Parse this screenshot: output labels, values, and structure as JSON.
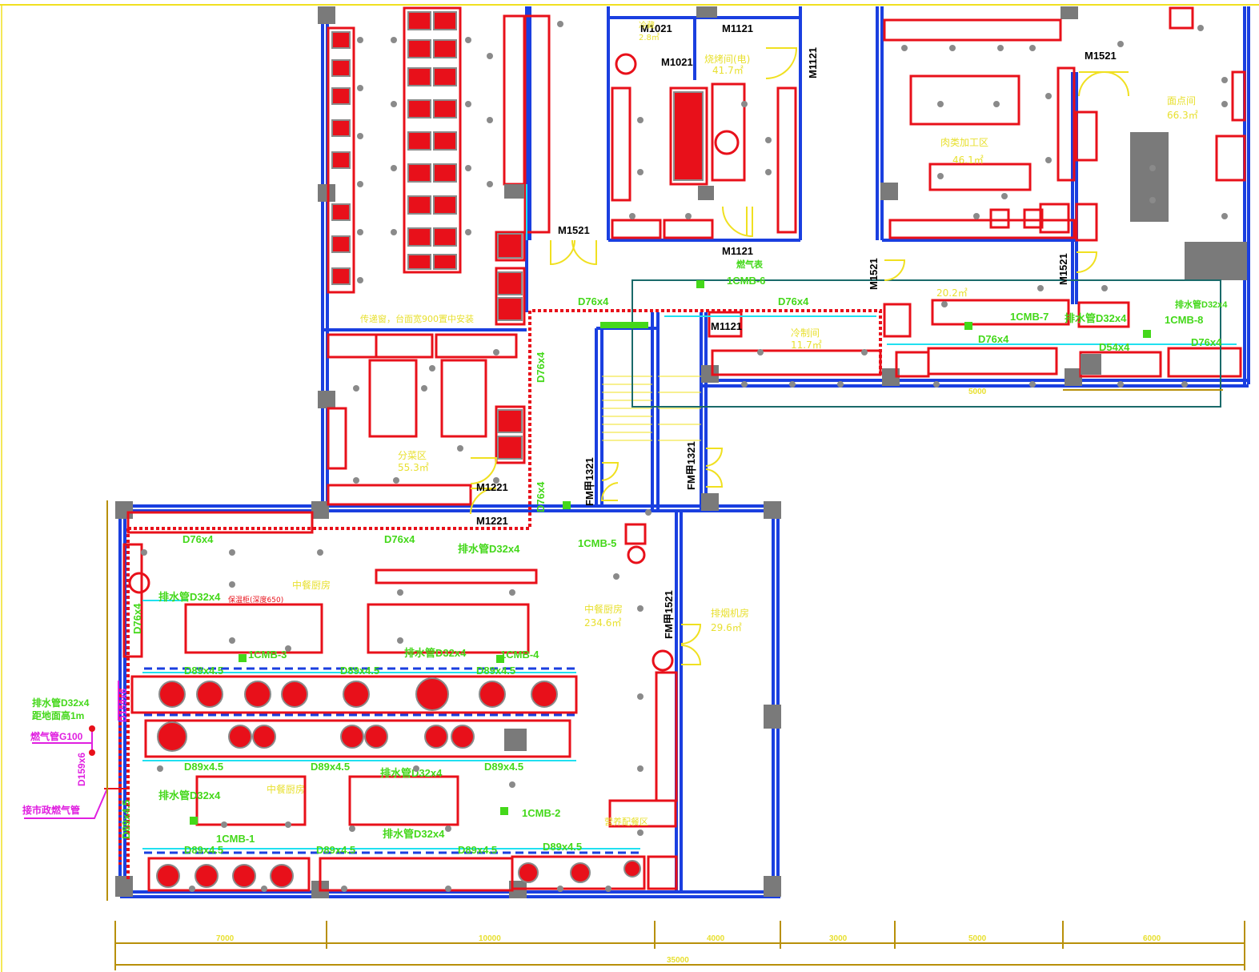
{
  "colors": {
    "wall": "#1a3fe0",
    "equipment": "#e8101a",
    "equip_fill": "#8a8a8a",
    "pipe_green": "#44d81a",
    "pipe_magenta": "#e020e0",
    "room_text": "#e8e030",
    "door": "#f0e020",
    "dimension": "#b8900a",
    "teal": "#1a6a6a",
    "column": "#7a7a7a",
    "cyan": "#20e0f0"
  },
  "doors": {
    "m1021a": "M1021",
    "m1021b": "M1021",
    "m1121a": "M1121",
    "m1121b": "M1121",
    "m1121c": "M1121",
    "m1121d": "M1121",
    "m1521a": "M1521",
    "m1521b": "M1521",
    "m1521c": "M1521",
    "m1521d": "M1521",
    "m1221a": "M1221",
    "m1221b": "M1221",
    "fm1a": "FM甲1321",
    "fm1b": "FM甲1321",
    "fm2": "FM甲1521"
  },
  "rooms": {
    "bake_room": "烧烤间(电)",
    "bake_area": "41.7㎡",
    "small_area": "2.8㎡",
    "small_top": "冷藏",
    "meat_room": "肉类加工区",
    "meat_area": "46.1㎡",
    "pastry_room": "面点间",
    "pastry_area": "66.3㎡",
    "dish_note": "传递窗，台面宽900置中安装",
    "veg_room": "分菜区",
    "veg_area": "55.3㎡",
    "cold_room": "冷制间",
    "cold_area": "11.7㎡",
    "mid_area": "20.2㎡",
    "chinese_top": "中餐厨房",
    "chinese_room": "中餐厨房",
    "chinese_area": "234.6㎡",
    "fan_room": "排烟机房",
    "fan_area": "29.6㎡",
    "chinese_mid": "中餐厨房",
    "pass_box": "保温柜(深度650)",
    "prep_label": "营养配餐区"
  },
  "pipes": {
    "d76_1": "D76x4",
    "d76_2": "D76x4",
    "d76_3": "D76x4",
    "d76_4": "D76x4",
    "d76_5": "D76x4",
    "d76_6": "D76x4",
    "d76_7": "D76x4",
    "d76_8": "D76x4",
    "d76_9": "D76x4",
    "d54_1": "D54x4",
    "d32_1": "排水管D32x4",
    "d32_2": "排水管D32x4",
    "d32_3": "排水管D32x4",
    "d32_4": "排水管D32x4",
    "d32_5": "排水管D32x4",
    "d32_6": "排水管D32x4",
    "d32_7": "排水管D32x4",
    "d32_8": "排水管D32x4",
    "d32_9": "排水管D32x4",
    "d89_1": "D89x4.5",
    "d89_2": "D89x4.5",
    "d89_3": "D89x4.5",
    "d89_4": "D89x4.5",
    "d89_5": "D89x4.5",
    "d89_6": "D89x4.5",
    "d89_7": "D89x4.5",
    "d89_8": "D89x4.5",
    "d89_9": "D89x4.5",
    "d89_10": "D89x4.5",
    "d89_11": "D89x4.5",
    "d159_1": "D159x6",
    "d159_2": "D159x6",
    "gas_main": "燃气管G100",
    "height": "距地面高1m",
    "inlet": "接市政燃气管",
    "cmb1": "1CMB-1",
    "cmb2": "1CMB-2",
    "cmb3": "1CMB-3",
    "cmb4": "1CMB-4",
    "cmb5": "1CMB-5",
    "cmb6": "1CMB-6",
    "cmb7": "1CMB-7",
    "cmb8": "1CMB-8",
    "box": "燃气表"
  },
  "dims": {
    "d1": "7000",
    "d2": "10000",
    "d3": "4000",
    "d4": "3000",
    "d5": "5000",
    "d6": "6000",
    "total": "35000",
    "d_right": "5000"
  }
}
